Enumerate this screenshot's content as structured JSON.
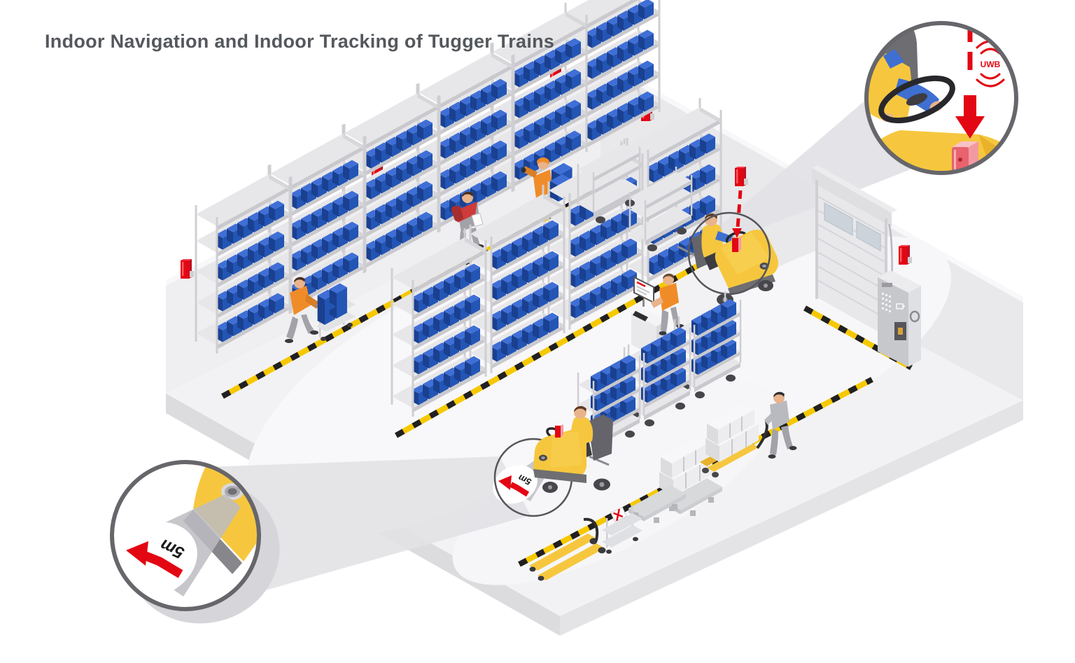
{
  "title": "Indoor Navigation and Indoor Tracking of Tugger Trains",
  "callouts": {
    "uwb_tag_detail": {
      "label": "UWB"
    },
    "floor_projection_detail": {
      "distance": "5m"
    },
    "floor_projection_inline": {
      "distance": "5m"
    }
  },
  "icons": [
    "uwb-anchor-icon",
    "uwb-tag-icon",
    "radio-waves-icon",
    "down-arrow-icon",
    "projection-arrow-icon",
    "hazard-stripe",
    "steering-wheel-icon",
    "crossed-sign-icon"
  ],
  "colors": {
    "title_text": "#54585c",
    "accent_red": "#e30613",
    "tag_front": "#e8636e",
    "tag_side": "#f29aa2",
    "tag_top": "#f8c3c8",
    "tugger_yellow": "#f6c73e",
    "tugger_yellow_deep": "#e8b32a",
    "bin_blue": "#2355b5",
    "bin_blue_dark": "#1a4090",
    "bin_blue_light": "#3f6fd6",
    "hazard_yellow": "#f6c800",
    "hazard_black": "#202022",
    "wall_left": "#efeff1",
    "wall_right": "#e9e9ec",
    "floor": "#f2f2f4",
    "floor_edge_left": "#dcdcdf",
    "floor_edge_right": "#e4e4e7",
    "metal_light": "#e6e6e9",
    "metal_mid": "#cdcdd1",
    "metal_dark": "#55555a",
    "beam_gray": "#e2e2e6",
    "cone_gray": "#bcbcc2",
    "callout_border": "#66666b",
    "skin": "#e9b38c",
    "worker_gray": "#a2a2a8",
    "vest_orange": "#f08c28",
    "vest_red": "#cf3a3a"
  }
}
